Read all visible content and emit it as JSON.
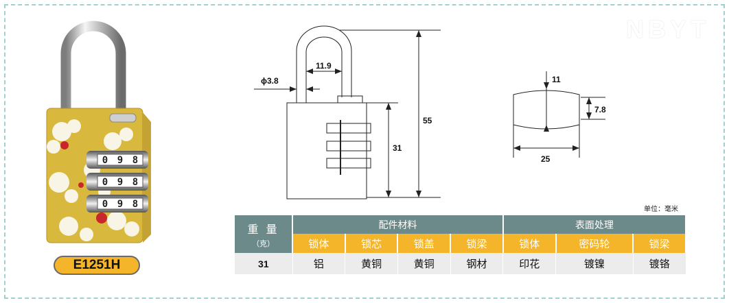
{
  "brand_watermark": "NBYT",
  "product": {
    "model": "E1251H",
    "dial_digits": [
      "0",
      "9",
      "8"
    ]
  },
  "dimensions": {
    "shackle_diameter": "ϕ3.8",
    "shackle_inner_width": "11.9",
    "total_height": "55",
    "body_height": "31",
    "body_thickness": "11",
    "edge_thickness": "7.8",
    "body_width": "25"
  },
  "unit_label": "单位：毫米",
  "spec_table": {
    "weight_header": "重 量",
    "weight_unit": "（克）",
    "parts_header": "配件材料",
    "finish_header": "表面处理",
    "columns": [
      "锁体",
      "锁芯",
      "锁盖",
      "锁梁",
      "锁体",
      "密码轮",
      "锁梁"
    ],
    "weight_value": "31",
    "values": [
      "铝",
      "黄铜",
      "黄铜",
      "钢材",
      "印花",
      "镀镍",
      "镀铬"
    ]
  },
  "colors": {
    "frame_border": "#9fd1cf",
    "header_gray": "#6d8a8a",
    "header_orange": "#f4b52a",
    "row_bg": "#ececec",
    "lock_body_yellow": "#d9b83e"
  }
}
